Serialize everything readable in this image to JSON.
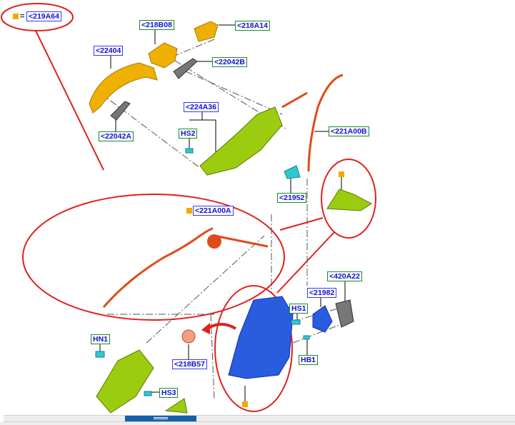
{
  "legend": {
    "equals": "=",
    "part": "<219A64"
  },
  "labels": {
    "l218B08": "<218B08",
    "l218A14": "<218A14",
    "l22404": "<22404",
    "l22042B": "<22042B",
    "l22042A": "<22042A",
    "l224A36": "<224A36",
    "HS2": "HS2",
    "l221A00B": "<221A00B",
    "l21952": "<21952",
    "l221A00A": "<221A00A",
    "l420A22": "<420A22",
    "l21982": "<21982",
    "HS1": "HS1",
    "HB1": "HB1",
    "HN1": "HN1",
    "l218B57": "<218B57",
    "HS3": "HS3"
  },
  "colors": {
    "callout": "#e02020",
    "marker": "#f5a800",
    "handle": "#f0b000",
    "bracket": "#9ccc10",
    "latch": "#2a5ce0",
    "cable": "#e04a18",
    "clip": "#30c8d0"
  }
}
